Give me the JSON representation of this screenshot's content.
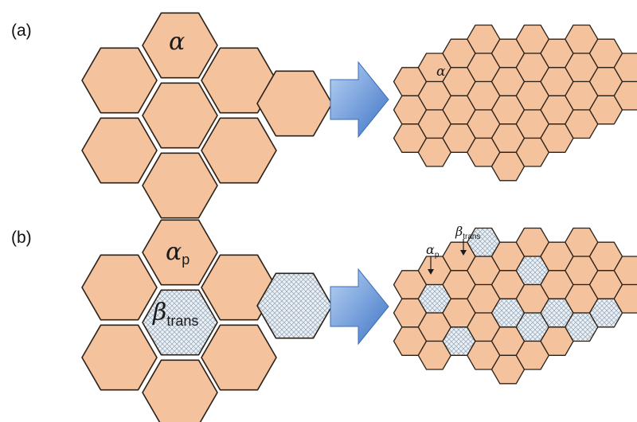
{
  "panel_a": {
    "label": "(a)",
    "large_cell_label": "α",
    "small_cell_label": "α"
  },
  "panel_b": {
    "label": "(b)",
    "large_alpha_symbol": "α",
    "large_alpha_sub": "p",
    "large_beta_symbol": "β",
    "large_beta_sub": "trans",
    "small_alpha_symbol": "α",
    "small_alpha_sub": "p",
    "small_beta_symbol": "β",
    "small_beta_sub": "trans"
  },
  "colors": {
    "alpha_fill": "#f4c29c",
    "beta_hatch": "#b9c6d2",
    "beta_bg": "#edf1f5",
    "stroke": "#2b2118",
    "arrow_light": "#a9c8ef",
    "arrow_dark": "#4a7fcf"
  }
}
